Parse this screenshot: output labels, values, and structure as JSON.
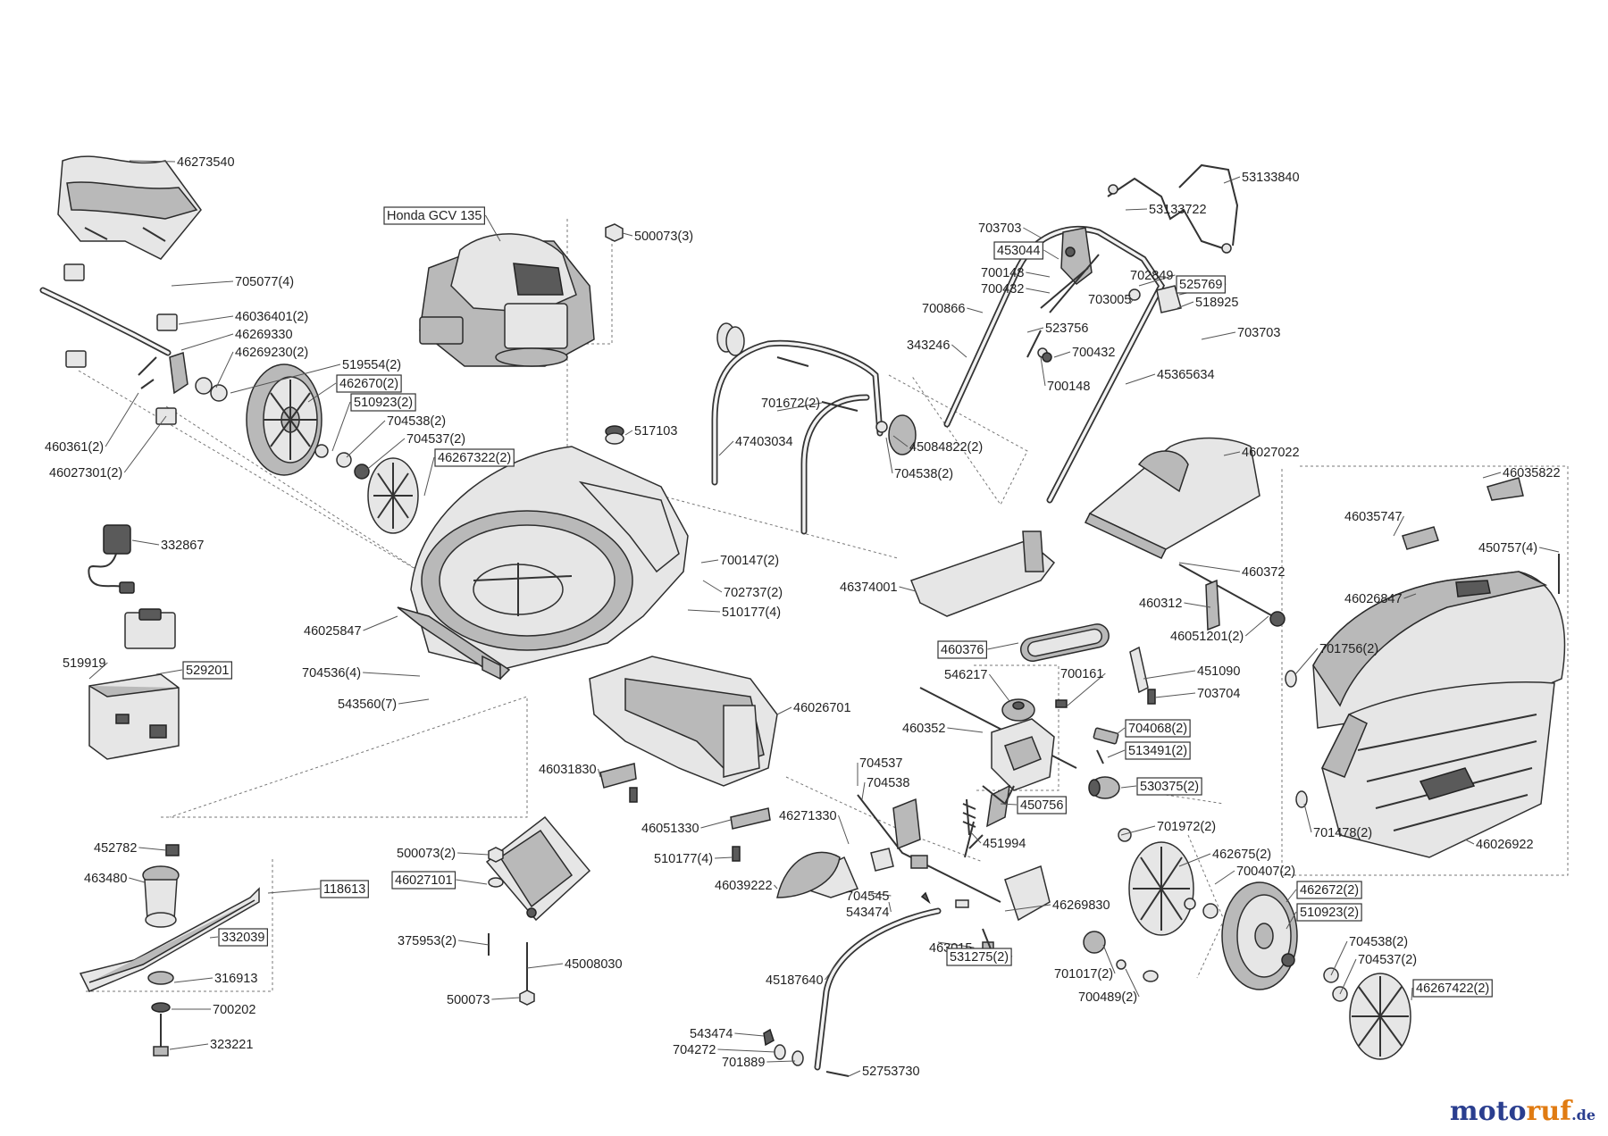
{
  "diagram": {
    "engine_label": "Honda GCV 135",
    "parts": [
      "46273540",
      "705077(4)",
      "46036401(2)",
      "46269330",
      "46269230(2)",
      "519554(2)",
      "462670(2)",
      "510923(2)",
      "704538(2)",
      "704537(2)",
      "46267322(2)",
      "460361(2)",
      "46027301(2)",
      "500073(3)",
      "517103",
      "332867",
      "529201",
      "519919",
      "46025847",
      "704536(4)",
      "543560(7)",
      "700147(2)",
      "702737(2)",
      "510177(4)",
      "47403034",
      "701672(2)",
      "45084822(2)",
      "704538(2)",
      "343246",
      "53133840",
      "53133722",
      "703703",
      "453044",
      "700148",
      "700432",
      "700866",
      "702849",
      "525769",
      "703005",
      "518925",
      "703703",
      "523756",
      "700432",
      "700148",
      "45365634",
      "46027022",
      "46035822",
      "46035747",
      "450757(4)",
      "46026847",
      "701756(2)",
      "701478(2)",
      "46026922",
      "46374001",
      "460372",
      "460312",
      "46051201(2)",
      "460376",
      "546217",
      "700161",
      "451090",
      "703704",
      "460352",
      "704068(2)",
      "513491(2)",
      "530375(2)",
      "450756",
      "451994",
      "46026701",
      "46031830",
      "46051330",
      "510177(4)",
      "46039222",
      "704537",
      "704538",
      "46271330",
      "704545",
      "543474",
      "46269830",
      "701972(2)",
      "462675(2)",
      "700407(2)",
      "462672(2)",
      "510923(2)",
      "704538(2)",
      "704537(2)",
      "46267422(2)",
      "463015",
      "531275(2)",
      "701017(2)",
      "700489(2)",
      "45187640",
      "543474",
      "704272",
      "701889",
      "52753730",
      "452782",
      "463480",
      "118613",
      "332039",
      "316913",
      "700202",
      "323221",
      "500073(2)",
      "46027101",
      "375953(2)",
      "45008030",
      "500073"
    ]
  },
  "watermark": {
    "part1": "moto",
    "part2": "ruf",
    "part3": ".de"
  }
}
